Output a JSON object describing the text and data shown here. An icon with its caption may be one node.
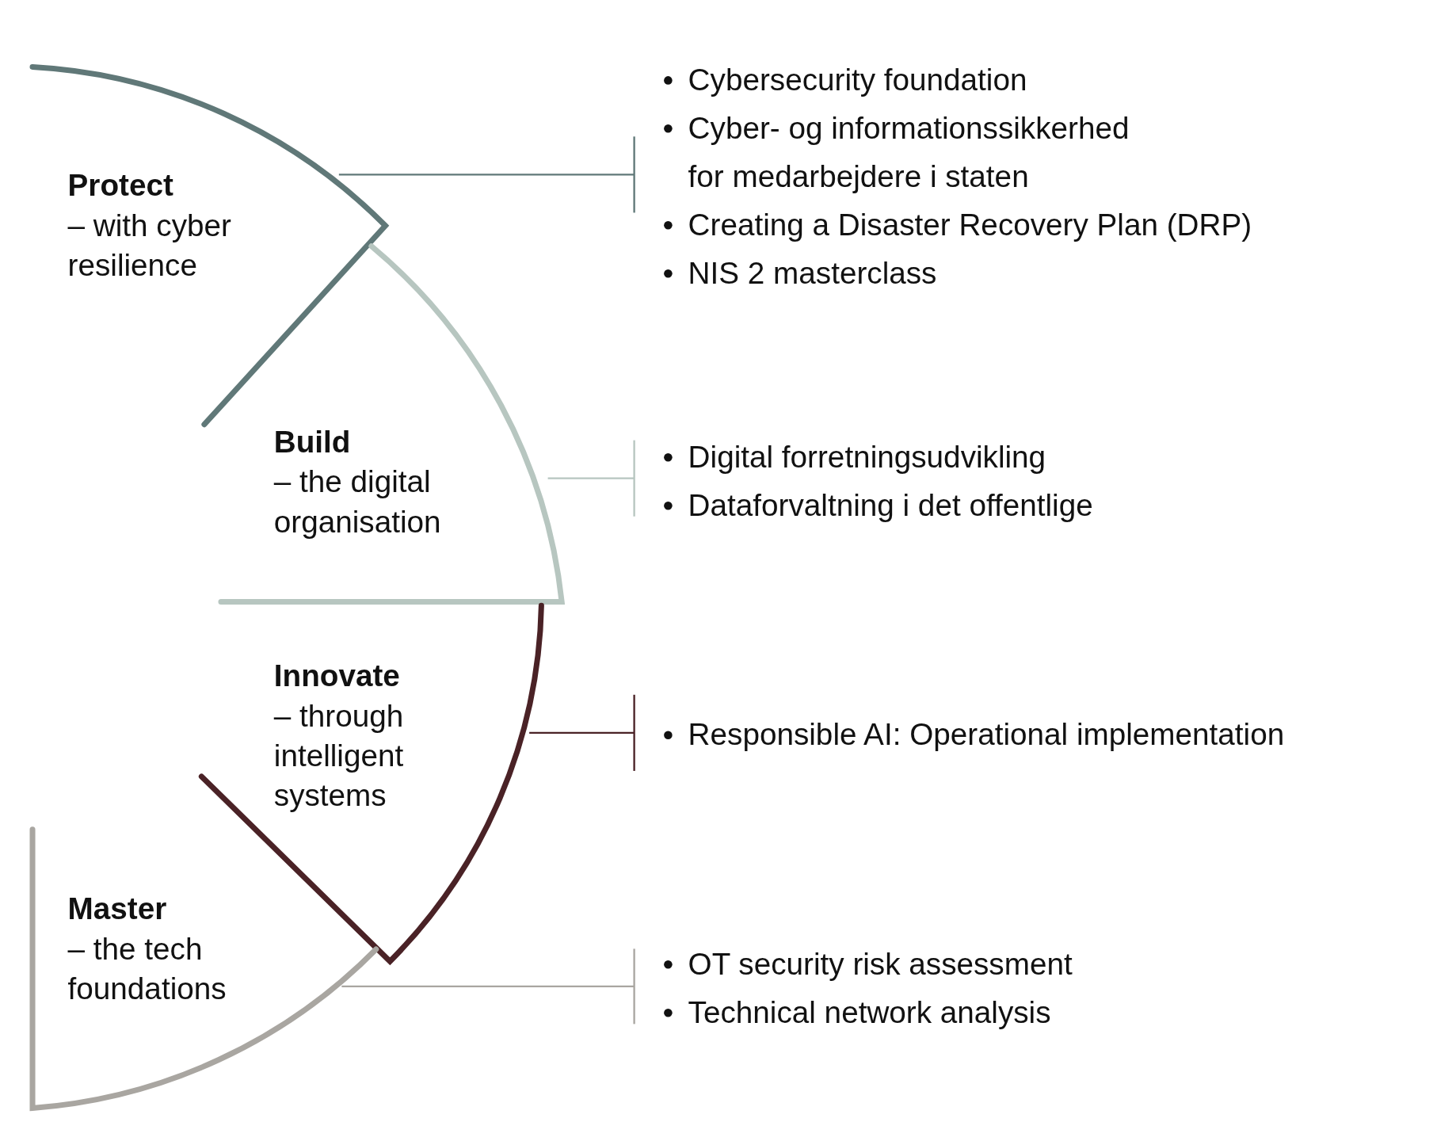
{
  "diagram": {
    "nodes": [
      {
        "text": [
          "Protect",
          "– with cyber resilience"
        ]
      },
      {
        "text": [
          "Cybersecurity foundation",
          "Cyber- og informationssikkerhed for medarbejdere i staten",
          "Creating a Disaster Recovery Plan (DRP)",
          "NIS 2 masterclass"
        ]
      },
      {
        "text": [
          "Build",
          "– the digital organisation"
        ]
      },
      {
        "text": [
          "Digital forretningsudvikling",
          "Dataforvaltning i det offentlige"
        ]
      },
      {
        "text": [
          "Innovate",
          "– through intelligent systems"
        ]
      },
      {
        "text": [
          "Responsible AI: Operational implementation"
        ]
      },
      {
        "text": [
          "Master",
          "– the tech foundations"
        ]
      },
      {
        "text": [
          "OT security risk assessment",
          "Technical network analysis"
        ]
      }
    ],
    "edges": [
      {
        "from": 0,
        "to": 1,
        "arrow": "other",
        "color": "#607878"
      },
      {
        "from": 2,
        "to": 3,
        "arrow": "other",
        "color": "#b7c6c0"
      },
      {
        "from": 4,
        "to": 5,
        "arrow": "other",
        "color": "#4a2226"
      },
      {
        "from": 6,
        "to": 7,
        "arrow": "other",
        "color": "#a9a6a1"
      }
    ]
  }
}
